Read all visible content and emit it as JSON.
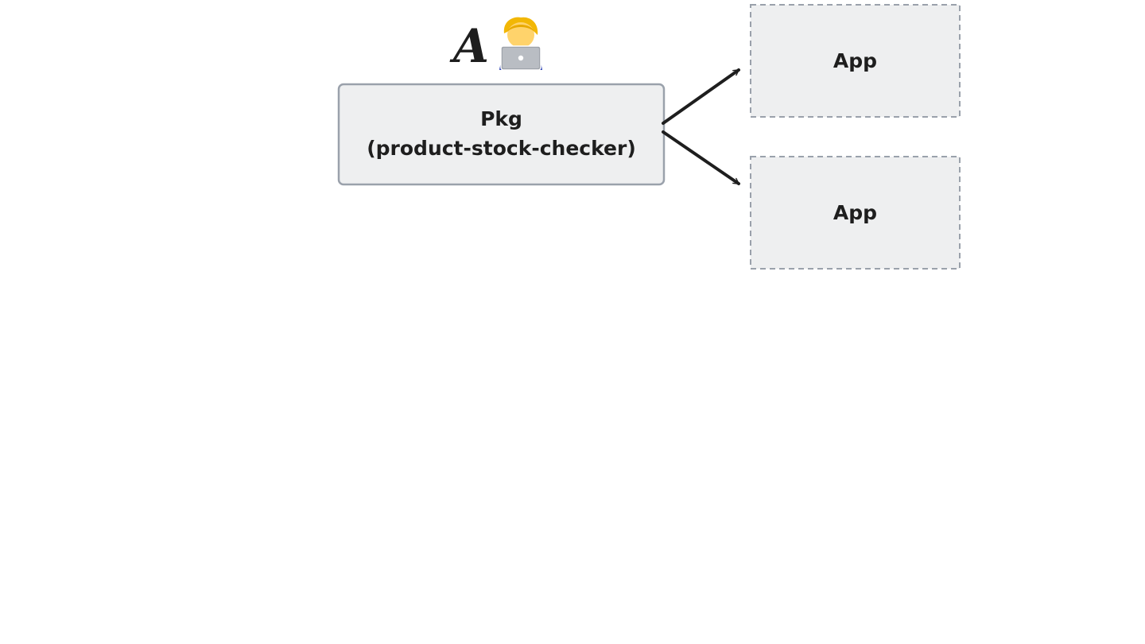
{
  "diagram": {
    "author": {
      "letter": "A",
      "emoji_icon": "technologist-with-laptop-icon"
    },
    "package_node": {
      "line1": "Pkg",
      "line2": "(product-stock-checker)",
      "style": "solid"
    },
    "app_nodes": [
      {
        "label": "App",
        "style": "dashed"
      },
      {
        "label": "App",
        "style": "dashed"
      }
    ],
    "edges": [
      {
        "from": "package_node",
        "to": "app_nodes.0"
      },
      {
        "from": "package_node",
        "to": "app_nodes.1"
      }
    ],
    "colors": {
      "node_fill": "#eeeff0",
      "node_stroke": "#9aa1ab",
      "text": "#1e1e1e",
      "arrow": "#1e1e1e"
    }
  }
}
